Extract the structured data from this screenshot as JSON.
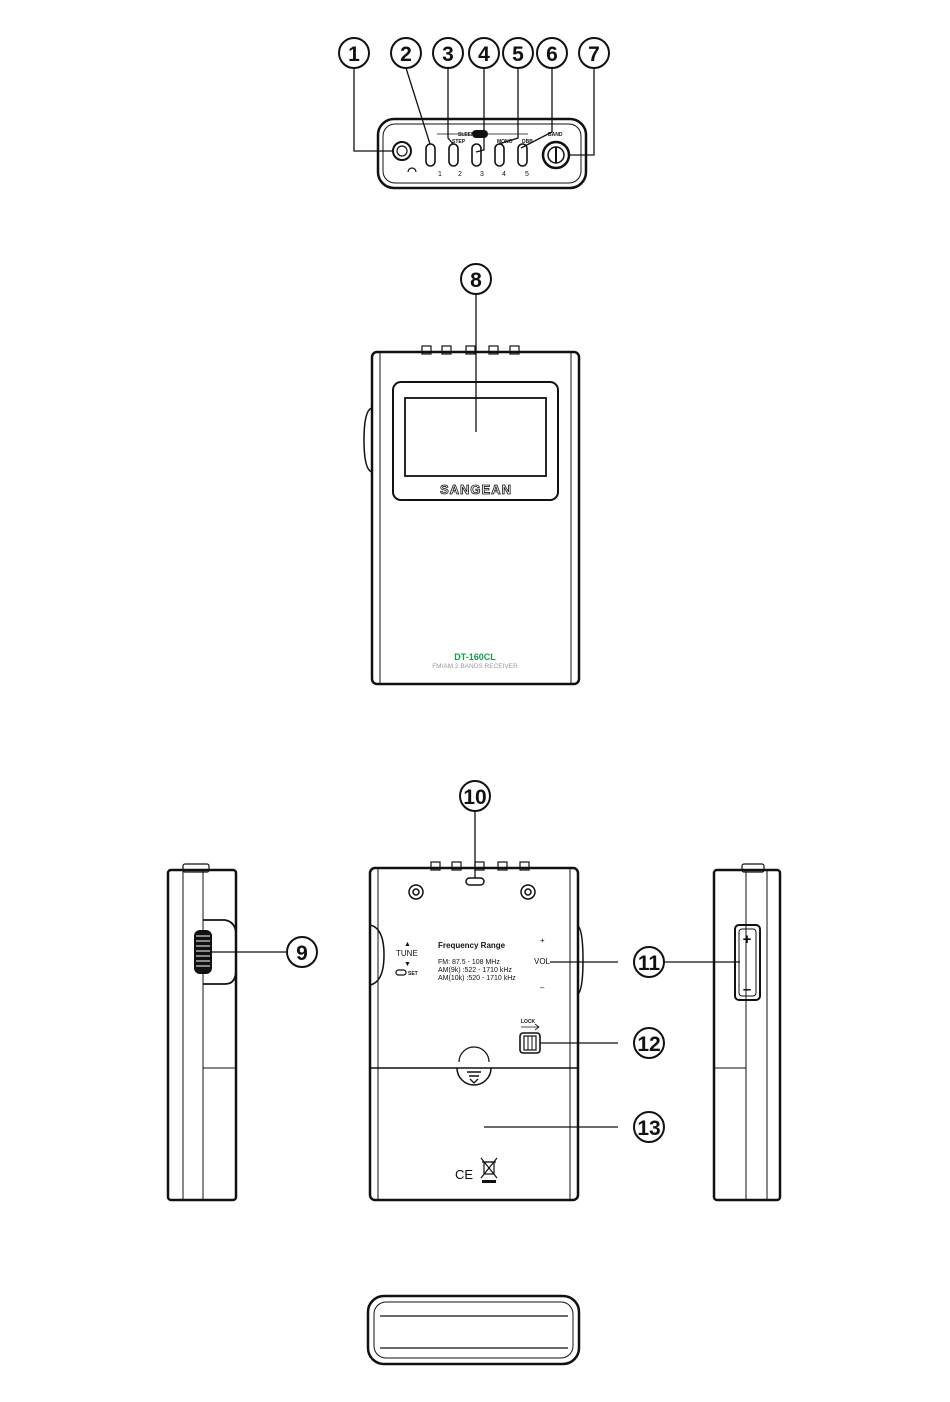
{
  "callouts": {
    "c1": "1",
    "c2": "2",
    "c3": "3",
    "c4": "4",
    "c5": "5",
    "c6": "6",
    "c7": "7",
    "c8": "8",
    "c9": "9",
    "c10": "10",
    "c11": "11",
    "c12": "12",
    "c13": "13"
  },
  "top_view": {
    "sleep_label": "SLEEP",
    "step_label": "STEP",
    "mono_label": "MONO",
    "dbb_label": "DBB",
    "band_label": "BAND",
    "presets": [
      "1",
      "2",
      "3",
      "4",
      "5"
    ]
  },
  "front": {
    "brand": "SANGEAN",
    "model": "DT-160CL",
    "subtitle": "FM/AM 2 BANDS RECEIVER",
    "model_color": "#1a9a4a",
    "subtitle_color": "#999999"
  },
  "back": {
    "tune_label": "TUNE",
    "set_label": "SET",
    "freq_title": "Frequency Range",
    "freq_fm": "FM: 87.5 - 108 MHz",
    "freq_am9": "AM(9k)   :522 - 1710 kHz",
    "freq_am10": "AM(10k) :520 - 1710 kHz",
    "vol_label": "VOL",
    "vol_plus": "+",
    "vol_minus": "–",
    "lock_label": "LOCK",
    "ce_mark": "CE"
  },
  "right_side": {
    "plus": "+",
    "minus": "–"
  }
}
